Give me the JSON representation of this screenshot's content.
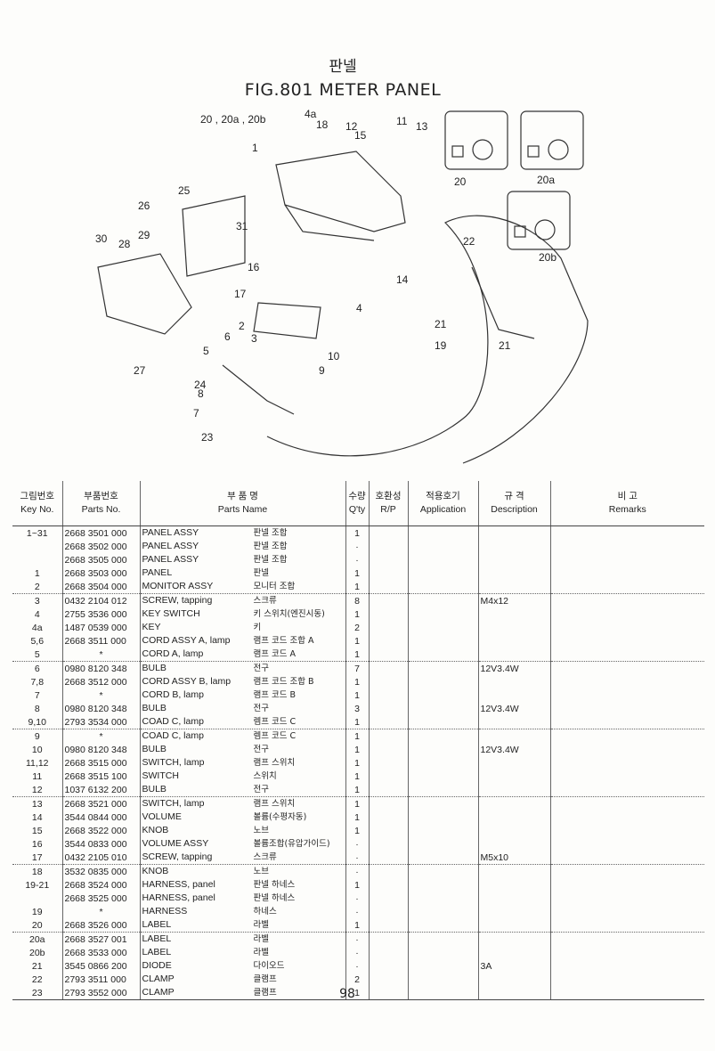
{
  "title_ko": "판넬",
  "title_en": "FIG.801  METER PANEL",
  "callouts": [
    "20 , 20a , 20b",
    "4a",
    "18",
    "12",
    "15",
    "11",
    "13",
    "1",
    "25",
    "26",
    "31",
    "29",
    "28",
    "30",
    "16",
    "17",
    "14",
    "4",
    "2",
    "6",
    "3",
    "10",
    "5",
    "9",
    "24",
    "8",
    "7",
    "23",
    "27",
    "22",
    "21",
    "19",
    "21",
    "20",
    "20a",
    "20b"
  ],
  "header": {
    "key": [
      "그림번호",
      "Key No."
    ],
    "parts": [
      "부품번호",
      "Parts No."
    ],
    "name": [
      "부     품     명",
      "Parts      Name"
    ],
    "qty": [
      "수량",
      "Q'ty"
    ],
    "rp": [
      "호환성",
      "R/P"
    ],
    "app": [
      "적용호기",
      "Application"
    ],
    "desc": [
      "규    격",
      "Description"
    ],
    "remarks": [
      "비     고",
      "Remarks"
    ]
  },
  "rows": [
    [
      "1~31",
      "2668 3501 000",
      "PANEL ASSY",
      "판넬 조합",
      "1",
      ""
    ],
    [
      "",
      "2668 3502 000",
      "PANEL ASSY",
      "판넬 조합",
      "·",
      ""
    ],
    [
      "",
      "2668 3505 000",
      "PANEL ASSY",
      "판넬 조합",
      "·",
      ""
    ],
    [
      "1",
      "2668 3503 000",
      "PANEL",
      "판넬",
      "1",
      ""
    ],
    [
      "2",
      "2668 3504 000",
      "MONITOR ASSY",
      "모니터 조합",
      "1",
      ""
    ],
    [
      "3",
      "0432 2104 012",
      "SCREW, tapping",
      "스크류",
      "8",
      "M4x12"
    ],
    [
      "4",
      "2755 3536 000",
      "KEY SWITCH",
      "키 스위치(엔진시동)",
      "1",
      ""
    ],
    [
      "4a",
      "1487 0539 000",
      "KEY",
      "키",
      "2",
      ""
    ],
    [
      "5,6",
      "2668 3511 000",
      "CORD ASSY A, lamp",
      "램프 코드 조합 A",
      "1",
      ""
    ],
    [
      "5",
      "*",
      "CORD A, lamp",
      "램프 코드 A",
      "1",
      ""
    ],
    [
      "6",
      "0980 8120 348",
      "BULB",
      "전구",
      "7",
      "12V3.4W"
    ],
    [
      "7,8",
      "2668 3512 000",
      "CORD ASSY B, lamp",
      "램프 코드 조합 B",
      "1",
      ""
    ],
    [
      "7",
      "*",
      "CORD B, lamp",
      "램프 코드 B",
      "1",
      ""
    ],
    [
      "8",
      "0980 8120 348",
      "BULB",
      "전구",
      "3",
      "12V3.4W"
    ],
    [
      "9,10",
      "2793 3534 000",
      "COAD C, lamp",
      "렘프 코드 C",
      "1",
      ""
    ],
    [
      "9",
      "*",
      "COAD C, lamp",
      "렘프 코드 C",
      "1",
      ""
    ],
    [
      "10",
      "0980 8120 348",
      "BULB",
      "전구",
      "1",
      "12V3.4W"
    ],
    [
      "11,12",
      "2668 3515 000",
      "SWITCH, lamp",
      "램프 스위치",
      "1",
      ""
    ],
    [
      "11",
      "2668 3515 100",
      "SWITCH",
      "스위치",
      "1",
      ""
    ],
    [
      "12",
      "1037 6132 200",
      "BULB",
      "전구",
      "1",
      ""
    ],
    [
      "13",
      "2668 3521 000",
      "SWITCH, lamp",
      "램프 스위치",
      "1",
      ""
    ],
    [
      "14",
      "3544 0844 000",
      "VOLUME",
      "볼륨(수평자동)",
      "1",
      ""
    ],
    [
      "15",
      "2668 3522 000",
      "KNOB",
      "노브",
      "1",
      ""
    ],
    [
      "16",
      "3544 0833 000",
      "VOLUME ASSY",
      "볼륨조합(유압가이드)",
      "·",
      ""
    ],
    [
      "17",
      "0432 2105 010",
      "SCREW, tapping",
      "스크류",
      "·",
      "M5x10"
    ],
    [
      "18",
      "3532 0835 000",
      "KNOB",
      "노브",
      "·",
      ""
    ],
    [
      "19-21",
      "2668 3524 000",
      "HARNESS, panel",
      "판넬 하네스",
      "1",
      ""
    ],
    [
      "",
      "2668 3525 000",
      "HARNESS, panel",
      "판넬 하네스",
      "·",
      ""
    ],
    [
      "19",
      "*",
      "HARNESS",
      "하네스",
      "·",
      ""
    ],
    [
      "20",
      "2668 3526 000",
      "LABEL",
      "라벨",
      "1",
      ""
    ],
    [
      "20a",
      "2668 3527 001",
      "LABEL",
      "라벨",
      "·",
      ""
    ],
    [
      "20b",
      "2668 3533 000",
      "LABEL",
      "라벨",
      "·",
      ""
    ],
    [
      "21",
      "3545 0866 200",
      "DIODE",
      "다이오드",
      "·",
      "3A"
    ],
    [
      "22",
      "2793 3511 000",
      "CLAMP",
      "클램프",
      "2",
      ""
    ],
    [
      "23",
      "2793 3552 000",
      "CLAMP",
      "클램프",
      "1",
      ""
    ]
  ],
  "page_number": "98"
}
